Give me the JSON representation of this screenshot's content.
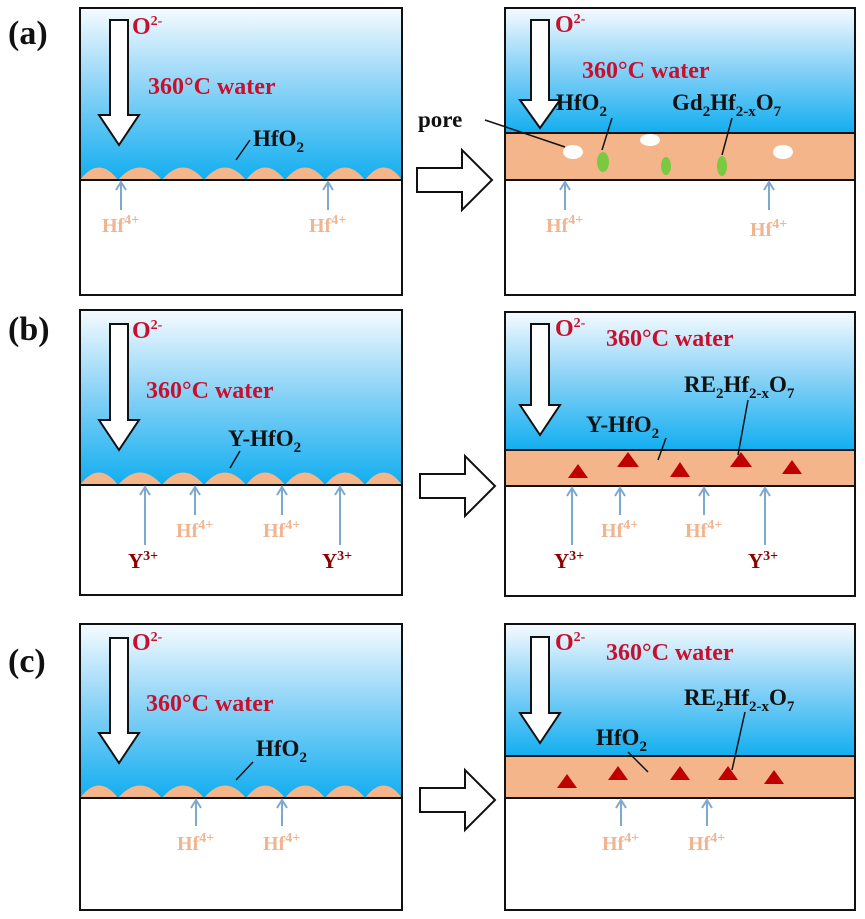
{
  "panels": {
    "a": "(a)",
    "b": "(b)",
    "c": "(c)"
  },
  "labels": {
    "o2_base": "O",
    "o2_sup": "2-",
    "water": "360°C water",
    "hf_base": "Hf",
    "hf_sup": "4+",
    "y_base": "Y",
    "y_sup": "3+",
    "pore": "pore",
    "hfo2_base": "HfO",
    "hfo2_sub": "2",
    "yhfo2_base": "Y-HfO",
    "yhfo2_sub": "2",
    "gd_part1": "Gd",
    "gd_sub1": "2",
    "gd_part2": "Hf",
    "gd_sub2": "2-x",
    "gd_part3": "O",
    "gd_sub3": "7",
    "re_part1": "RE",
    "re_sub1": "2",
    "re_part2": "Hf",
    "re_sub2": "2-x",
    "re_part3": "O",
    "re_sub3": "7"
  },
  "colors": {
    "water_top": "#f6fbff",
    "water_bottom": "#12aef0",
    "oxide": "#f4b58b",
    "hf_label": "#f0b48f",
    "red_text": "#c8102e",
    "y_label": "#8b0000",
    "small_arrow": "#7fa8cf",
    "pore": "#ffffff",
    "gd_phase": "#7bc940",
    "re_phase": "#c00000"
  },
  "icons": {
    "o2_arrow": "down-arrow-outline",
    "transition": "right-arrow-outline",
    "ion_arrow": "up-arrow-thin",
    "re_particle": "triangle",
    "gd_particle": "ellipse"
  }
}
